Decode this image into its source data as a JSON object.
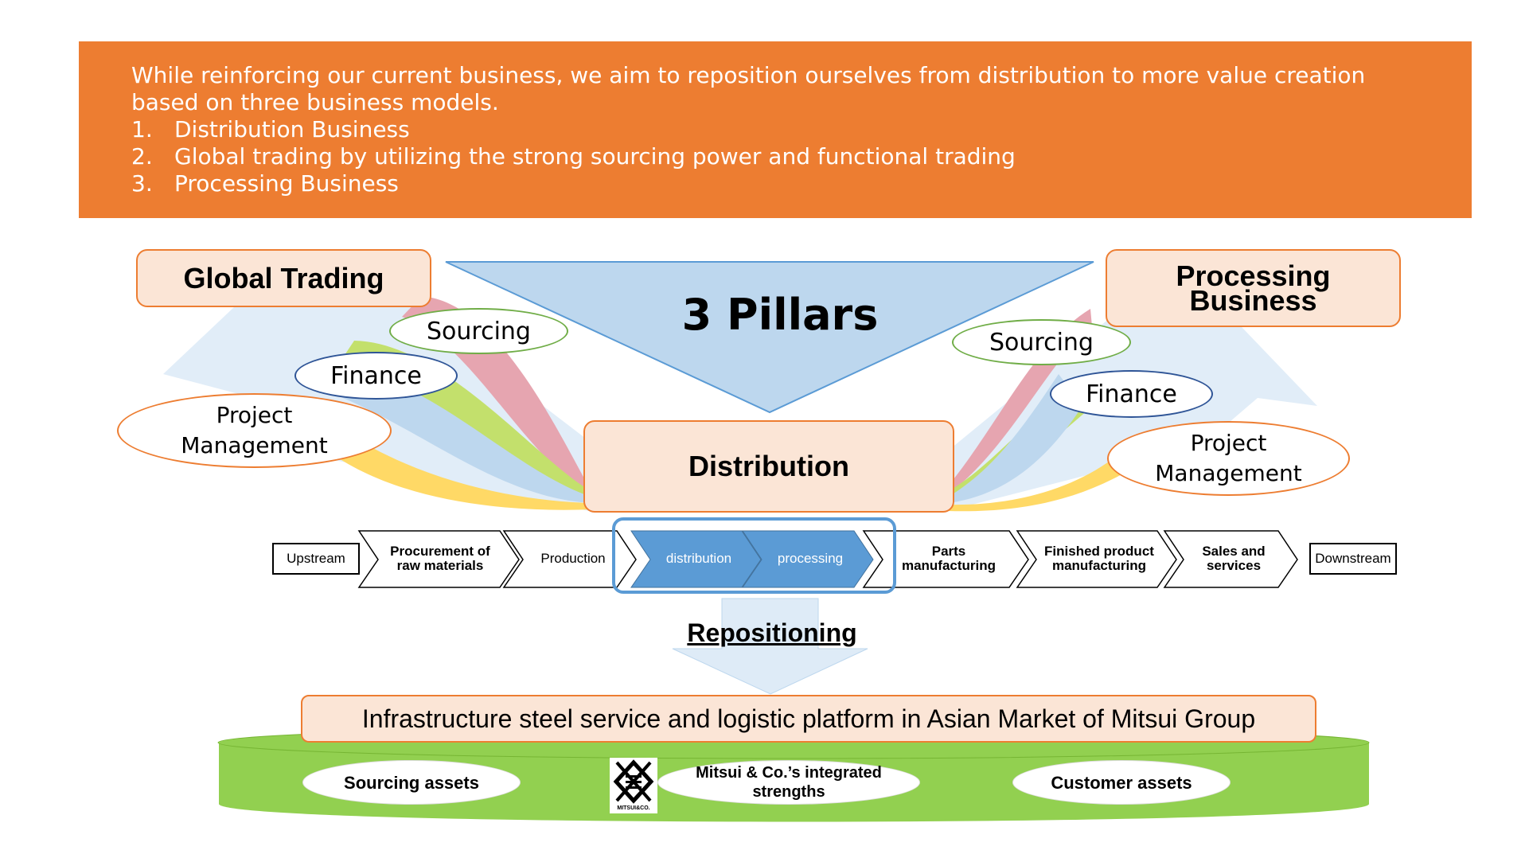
{
  "intro": {
    "text": "While reinforcing our current business, we aim to reposition ourselves from distribution to more value creation based on three business models.",
    "items": [
      {
        "num": "1.",
        "label": "Distribution Business"
      },
      {
        "num": "2.",
        "label": "Global trading by utilizing the strong sourcing power and functional trading"
      },
      {
        "num": "3.",
        "label": "Processing Business"
      }
    ]
  },
  "pillars": {
    "title": "3 Pillars",
    "global_trading": "Global Trading",
    "processing_business": "Processing Business",
    "distribution": "Distribution"
  },
  "left_ovals": {
    "sourcing": "Sourcing",
    "finance": "Finance",
    "project_management": "Project Management"
  },
  "right_ovals": {
    "sourcing": "Sourcing",
    "finance": "Finance",
    "project_management": "Project Management"
  },
  "value_chain": {
    "upstream": "Upstream",
    "steps": [
      "Procurement of raw materials",
      "Production",
      "distribution",
      "processing",
      "Parts manufacturing",
      "Finished product manufacturing",
      "Sales and services"
    ],
    "downstream": "Downstream"
  },
  "repositioning": "Repositioning",
  "platform": {
    "title": "Infrastructure steel service and logistic platform in Asian Market of Mitsui Group",
    "assets": [
      "Sourcing assets",
      "Mitsui & Co.’s integrated strengths",
      "Customer assets"
    ],
    "logo_text": "MITSUI&CO."
  },
  "colors": {
    "orange": "#ed7d31",
    "peach": "#fbe5d6",
    "light_blue": "#bdd7ee",
    "blue": "#5b9bd5",
    "pink": "#e6a5b0",
    "green": "#c3e06c",
    "yellow": "#ffd966",
    "platform_green": "#92d050"
  }
}
